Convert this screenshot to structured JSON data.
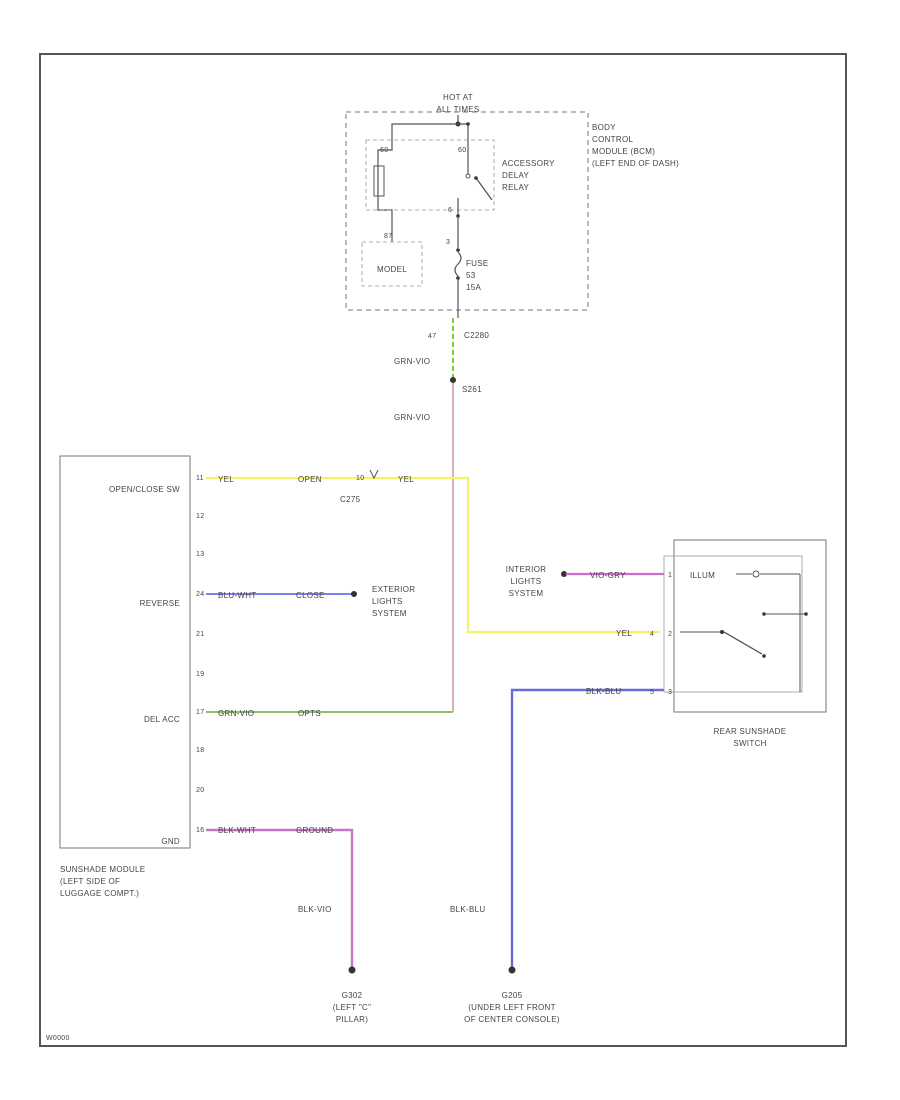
{
  "bcm": {
    "hot_at": "HOT AT",
    "all_times": "ALL TIMES",
    "name_lines": [
      "BODY",
      "CONTROL",
      "MODULE (BCM)",
      "(LEFT END OF DASH)"
    ],
    "relay_lines": [
      "ACCESSORY",
      "DELAY",
      "RELAY"
    ],
    "model_box": "MODEL",
    "relay_pin_a": "60",
    "relay_pin_b": "60",
    "model_pin": "87",
    "fuse_pin": "3",
    "fuse_lines": [
      "FUSE",
      "53",
      "15A"
    ],
    "relay_out_pin": "6"
  },
  "connector_c2280": {
    "pin": "47",
    "name": "C2280"
  },
  "wire_top": {
    "color_a": "GRN-VIO",
    "color_b": "GRN-VIO"
  },
  "splice_s261": "S261",
  "sunshade_module": {
    "labels": {
      "open_close": "OPEN/CLOSE SW",
      "reverse": "REVERSE",
      "del_acc": "DEL ACC",
      "gnd": "GND"
    },
    "pins": [
      "11",
      "12",
      "13",
      "24",
      "21",
      "19",
      "17",
      "18",
      "20",
      "16"
    ],
    "name_lines": [
      "SUNSHADE MODULE",
      "(LEFT SIDE OF",
      "LUGGAGE COMPT.)"
    ]
  },
  "wire_open_close": {
    "color_a": "YEL",
    "label_mid": "OPEN",
    "pin": "10",
    "color_b": "YEL",
    "connector": "C275"
  },
  "wire_reverse": {
    "color": "BLU-WHT",
    "label": "CLOSE"
  },
  "exterior_lights": [
    "EXTERIOR",
    "LIGHTS",
    "SYSTEM"
  ],
  "interior_lights": [
    "INTERIOR",
    "LIGHTS",
    "SYSTEM"
  ],
  "wire_del_acc": {
    "color": "GRN-VIO",
    "label": "OPTS"
  },
  "wire_gnd": {
    "color": "BLK-WHT",
    "label": "GROUND"
  },
  "wire_interior": {
    "color": "VIO-GRY",
    "label": "ILLUM"
  },
  "wire_switch_yel": {
    "color": "YEL",
    "pin": "4"
  },
  "wire_switch_blu": {
    "color": "BLK-BLU",
    "pin": "5"
  },
  "switch_pins": {
    "illum": "1",
    "yel": "2",
    "blu": "3"
  },
  "rear_sunshade_switch": [
    "REAR SUNSHADE",
    "SWITCH"
  ],
  "ground_left": {
    "wire": "BLK-VIO",
    "name": "G302",
    "loc_lines": [
      "(LEFT \"C\"",
      "PILLAR)"
    ]
  },
  "ground_right": {
    "wire": "BLK-BLU",
    "name": "G205",
    "loc_lines": [
      "(UNDER LEFT FRONT",
      "OF CENTER CONSOLE)"
    ]
  },
  "figure_code": "W0000"
}
